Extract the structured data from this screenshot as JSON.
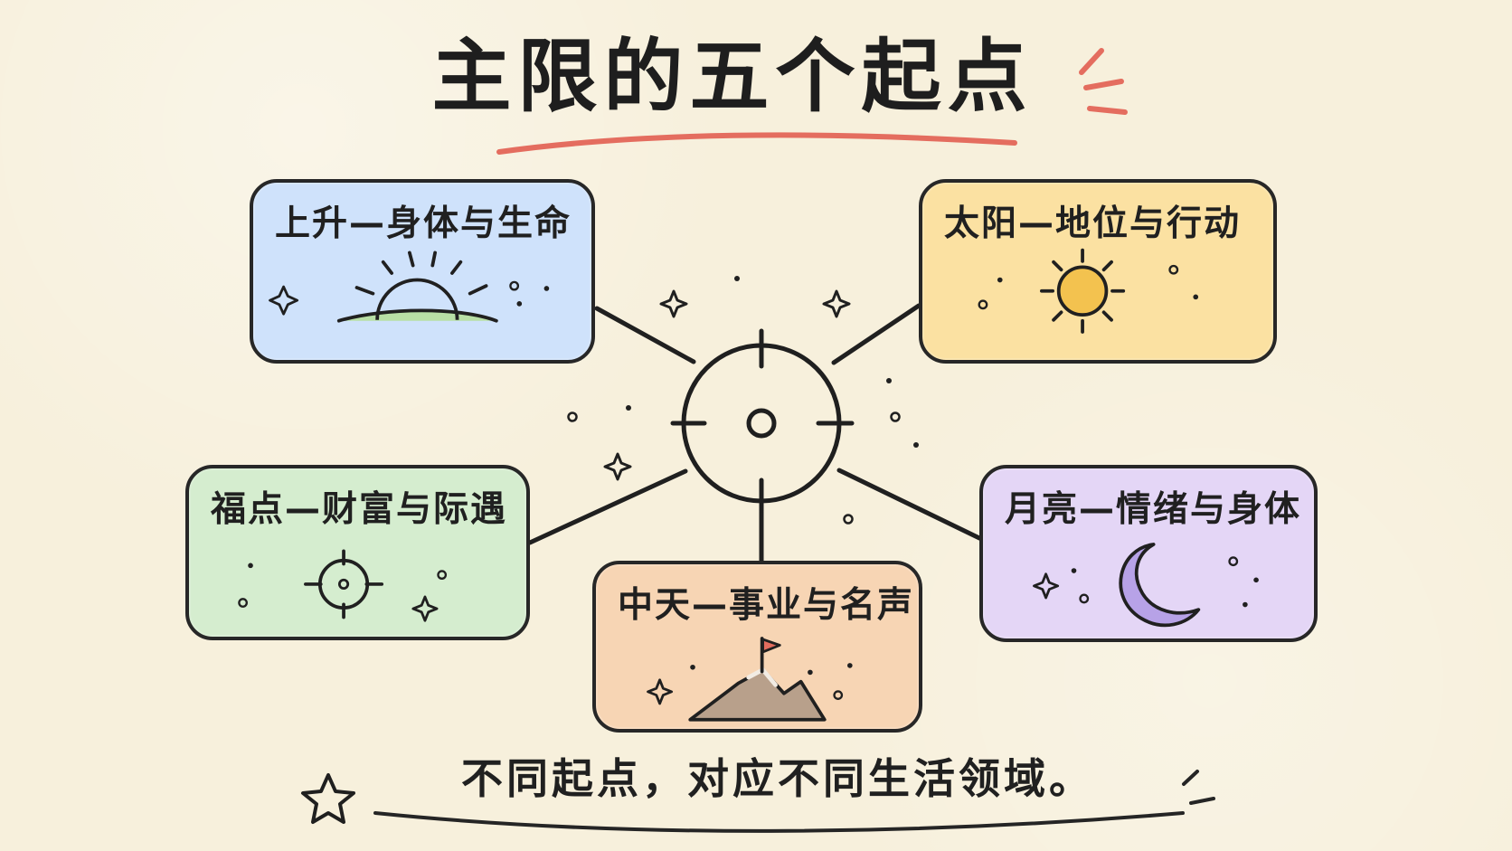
{
  "title": "主限的五个起点",
  "footer": "不同起点，对应不同生活领域。",
  "cards": [
    {
      "title": "上升—身体与生命",
      "icon": "sunrise-icon",
      "color": "#cfe2fb"
    },
    {
      "title": "太阳—地位与行动",
      "icon": "sun-icon",
      "color": "#fbe1a2"
    },
    {
      "title": "福点—财富与际遇",
      "icon": "crosshair-icon",
      "color": "#d5edcf"
    },
    {
      "title": "中天—事业与名声",
      "icon": "mountain-flag-icon",
      "color": "#f7d5b4"
    },
    {
      "title": "月亮—情绪与身体",
      "icon": "crescent-moon-icon",
      "color": "#e4d6f6"
    }
  ],
  "center_icon": "target-crosshair-icon",
  "decorative_icons": [
    "sparkle-icon",
    "star-outline-icon",
    "accent-stroke-icon"
  ],
  "colors": {
    "background": "#f7f0dc",
    "ink": "#1f1f1f",
    "accent": "#e46d5f",
    "sun": "#f3c24f",
    "moon": "#b7a2e7",
    "grass": "#b8dfa5",
    "mountain": "#b8a08b",
    "flag": "#e46d5f"
  }
}
